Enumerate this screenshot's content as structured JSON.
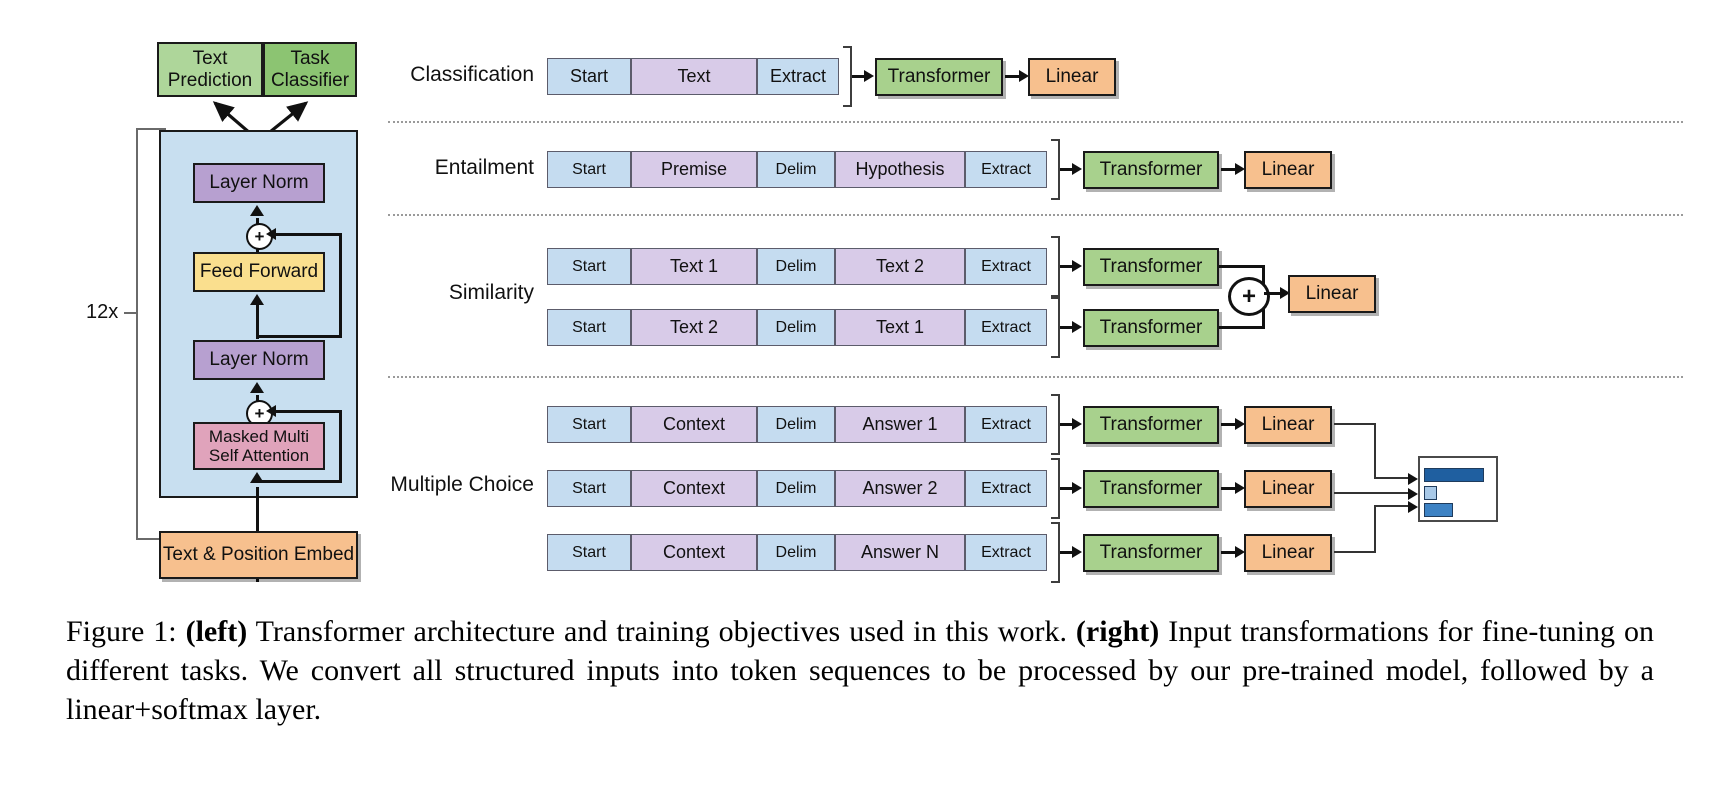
{
  "figure": {
    "caption_segments": [
      {
        "text": "Figure 1: ",
        "bold": false
      },
      {
        "text": "(left)",
        "bold": true
      },
      {
        "text": " Transformer architecture and training objectives used in this work.  ",
        "bold": false
      },
      {
        "text": "(right)",
        "bold": true
      },
      {
        "text": " Input transformations for fine-tuning on different tasks. We convert all structured inputs into token sequences to be processed by our pre-trained model, followed by a linear+softmax layer.",
        "bold": false
      }
    ]
  },
  "left_diagram": {
    "heads": [
      {
        "label": "Text\nPrediction",
        "color": "#aed69a"
      },
      {
        "label": "Task\nClassifier",
        "color": "#8cc472"
      }
    ],
    "repeat_label": "12x",
    "blocks": [
      {
        "label": "Layer Norm",
        "color": "#b7a0d0"
      },
      {
        "label": "Feed Forward",
        "color": "#fadf8e"
      },
      {
        "label": "Layer Norm",
        "color": "#b7a0d0"
      },
      {
        "label": "Masked Multi\nSelf Attention",
        "color": "#e0a3bb"
      }
    ],
    "embed": {
      "label": "Text & Position Embed",
      "color": "#f7c08e"
    },
    "residual_symbol": "+",
    "container_color": "#c8dff0"
  },
  "right_diagram": {
    "transformer_label": "Transformer",
    "linear_label": "Linear",
    "sum_symbol": "+",
    "colors": {
      "transformer": "#a8d18d",
      "linear": "#f7c08e",
      "token_special": "#c5dcf0",
      "token_content": "#d8cbe8",
      "bar_dark": "#1f5fa0",
      "bar_light": "#a8c9e8",
      "bar_mid": "#3d82c4"
    },
    "tasks": [
      {
        "name": "Classification",
        "rows": [
          {
            "tokens": [
              {
                "text": "Start",
                "kind": "special",
                "w": 84
              },
              {
                "text": "Text",
                "kind": "content",
                "w": 126
              },
              {
                "text": "Extract",
                "kind": "special",
                "w": 82
              }
            ]
          }
        ]
      },
      {
        "name": "Entailment",
        "rows": [
          {
            "tokens": [
              {
                "text": "Start",
                "kind": "special",
                "w": 84
              },
              {
                "text": "Premise",
                "kind": "content",
                "w": 126
              },
              {
                "text": "Delim",
                "kind": "special",
                "w": 78
              },
              {
                "text": "Hypothesis",
                "kind": "content",
                "w": 130
              },
              {
                "text": "Extract",
                "kind": "special",
                "w": 82
              }
            ]
          }
        ]
      },
      {
        "name": "Similarity",
        "rows": [
          {
            "tokens": [
              {
                "text": "Start",
                "kind": "special",
                "w": 84
              },
              {
                "text": "Text 1",
                "kind": "content",
                "w": 126
              },
              {
                "text": "Delim",
                "kind": "special",
                "w": 78
              },
              {
                "text": "Text 2",
                "kind": "content",
                "w": 130
              },
              {
                "text": "Extract",
                "kind": "special",
                "w": 82
              }
            ]
          },
          {
            "tokens": [
              {
                "text": "Start",
                "kind": "special",
                "w": 84
              },
              {
                "text": "Text 2",
                "kind": "content",
                "w": 126
              },
              {
                "text": "Delim",
                "kind": "special",
                "w": 78
              },
              {
                "text": "Text 1",
                "kind": "content",
                "w": 130
              },
              {
                "text": "Extract",
                "kind": "special",
                "w": 82
              }
            ]
          }
        ]
      },
      {
        "name": "Multiple Choice",
        "rows": [
          {
            "tokens": [
              {
                "text": "Start",
                "kind": "special",
                "w": 84
              },
              {
                "text": "Context",
                "kind": "content",
                "w": 126
              },
              {
                "text": "Delim",
                "kind": "special",
                "w": 78
              },
              {
                "text": "Answer 1",
                "kind": "content",
                "w": 130
              },
              {
                "text": "Extract",
                "kind": "special",
                "w": 82
              }
            ]
          },
          {
            "tokens": [
              {
                "text": "Start",
                "kind": "special",
                "w": 84
              },
              {
                "text": "Context",
                "kind": "content",
                "w": 126
              },
              {
                "text": "Delim",
                "kind": "special",
                "w": 78
              },
              {
                "text": "Answer 2",
                "kind": "content",
                "w": 130
              },
              {
                "text": "Extract",
                "kind": "special",
                "w": 82
              }
            ]
          },
          {
            "tokens": [
              {
                "text": "Start",
                "kind": "special",
                "w": 84
              },
              {
                "text": "Context",
                "kind": "content",
                "w": 126
              },
              {
                "text": "Delim",
                "kind": "special",
                "w": 78
              },
              {
                "text": "Answer N",
                "kind": "content",
                "w": 130
              },
              {
                "text": "Extract",
                "kind": "special",
                "w": 82
              }
            ]
          }
        ]
      }
    ],
    "softmax_bars": [
      {
        "value": 0.86,
        "color": "#1f5fa0"
      },
      {
        "value": 0.16,
        "color": "#a8c9e8"
      },
      {
        "value": 0.4,
        "color": "#3d82c4"
      }
    ]
  }
}
